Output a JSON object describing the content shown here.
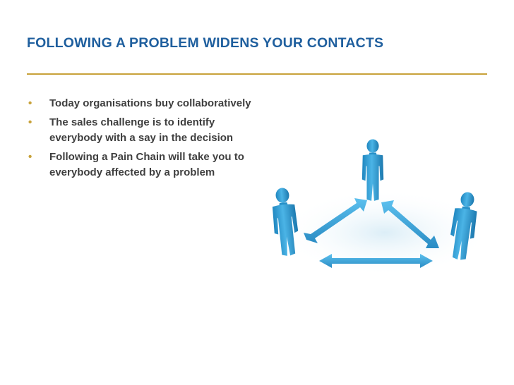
{
  "slide": {
    "title": "FOLLOWING A PROBLEM WIDENS YOUR CONTACTS",
    "bullets": [
      "Today organisations buy collaboratively",
      "The sales challenge is to identify everybody with a say in the decision",
      "Following a Pain Chain will take you to everybody affected by a problem"
    ],
    "bullet_glyph": "•"
  },
  "colors": {
    "title": "#1f5f9e",
    "rule": "#c8a23a",
    "bullet": "#c8a23a",
    "text": "#3f3f3f",
    "figure": "#3aa3d6"
  }
}
